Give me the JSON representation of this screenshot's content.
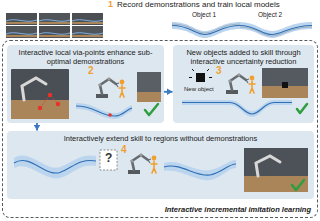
{
  "diagram": {
    "nodes": [
      {
        "text": [
          "Interactive incremental imitation learning"
        ]
      },
      {
        "text": [
          "Interactive local via-points enhance sub-optimal demonstrations"
        ],
        "in": 0
      },
      {
        "text": [
          "New objects added to skill through interactive uncertainty reduction"
        ],
        "in": 0
      },
      {
        "text": [
          "Interactively extend skill to regions without demonstrations"
        ],
        "in": 0
      }
    ],
    "edges": [
      {
        "from": 1,
        "to": 2,
        "arrow": "to"
      },
      {
        "from": 1,
        "to": 3,
        "arrow": "to"
      }
    ],
    "labels": [
      "1",
      "Record demonstrations and train local models",
      "Object 1",
      "Object 2",
      "2",
      "New object",
      "3",
      "?",
      "4"
    ]
  }
}
